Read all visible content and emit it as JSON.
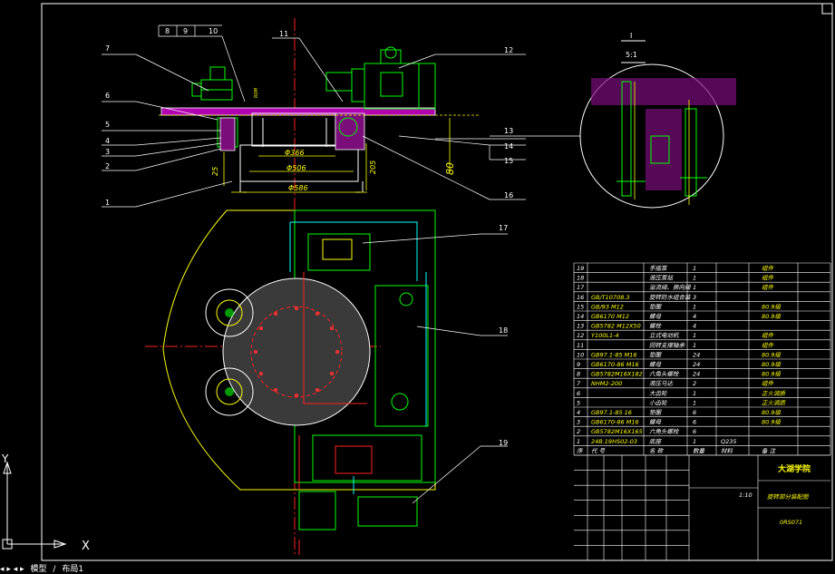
{
  "drawing": {
    "part_labels_left": [
      "7",
      "6",
      "5",
      "4",
      "3",
      "2",
      "1"
    ],
    "part_labels_top": [
      "8",
      "9",
      "10",
      "11"
    ],
    "part_labels_right": [
      "12",
      "13",
      "14",
      "15",
      "16"
    ],
    "part_labels_lower": [
      "17",
      "18",
      "19"
    ],
    "detail_label": "I",
    "detail_scale": "5:1",
    "dimensions": {
      "d366": "Φ366",
      "d506": "Φ506",
      "d586": "Φ586",
      "h25": "25",
      "h205": "205",
      "h80": "80",
      "small_note": "R0M"
    }
  },
  "bom": {
    "rows": [
      {
        "no": "19",
        "code": "",
        "name": "手摇泵",
        "qty": "1",
        "mat": "",
        "note": "组件"
      },
      {
        "no": "18",
        "code": "",
        "name": "液压泵站",
        "qty": "1",
        "mat": "",
        "note": "组件"
      },
      {
        "no": "17",
        "code": "",
        "name": "溢流阀、换向阀",
        "qty": "1",
        "mat": "",
        "note": "组件"
      },
      {
        "no": "16",
        "code": "GB/T10708.3",
        "name": "旋转防水组合装",
        "qty": "3",
        "mat": "",
        "note": ""
      },
      {
        "no": "15",
        "code": "GB/93 M12",
        "name": "垫圈",
        "qty": "1",
        "mat": "",
        "note": "80.9级"
      },
      {
        "no": "14",
        "code": "GB6170 M12",
        "name": "螺母",
        "qty": "4",
        "mat": "",
        "note": "80.9级"
      },
      {
        "no": "13",
        "code": "GB5782 M12X50",
        "name": "螺栓",
        "qty": "4",
        "mat": "",
        "note": ""
      },
      {
        "no": "12",
        "code": "Y100L1-4",
        "name": "立式电动机",
        "qty": "1",
        "mat": "",
        "note": "组件"
      },
      {
        "no": "11",
        "code": "",
        "name": "回转支撑轴承",
        "qty": "1",
        "mat": "",
        "note": "组件"
      },
      {
        "no": "10",
        "code": "GB97.1-85 M16",
        "name": "垫圈",
        "qty": "24",
        "mat": "",
        "note": "80.9级"
      },
      {
        "no": "9",
        "code": "GB6170-86 M16",
        "name": "螺母",
        "qty": "24",
        "mat": "",
        "note": "80.9级"
      },
      {
        "no": "8",
        "code": "GB5782M16X182",
        "name": "六角头螺栓",
        "qty": "24",
        "mat": "",
        "note": "80.9级"
      },
      {
        "no": "7",
        "code": "NHM2-200",
        "name": "液压马达",
        "qty": "2",
        "mat": "",
        "note": "组件"
      },
      {
        "no": "6",
        "code": "",
        "name": "大齿轮",
        "qty": "1",
        "mat": "",
        "note": "正火调质"
      },
      {
        "no": "5",
        "code": "",
        "name": "小齿轮",
        "qty": "1",
        "mat": "",
        "note": "正火调质"
      },
      {
        "no": "4",
        "code": "GB97.1-85 16",
        "name": "垫圈",
        "qty": "6",
        "mat": "",
        "note": "80.9级"
      },
      {
        "no": "3",
        "code": "GB6170-86 M16",
        "name": "螺母",
        "qty": "6",
        "mat": "",
        "note": "80.9级"
      },
      {
        "no": "2",
        "code": "GB5782M16X165",
        "name": "六角头螺栓",
        "qty": "6",
        "mat": "",
        "note": ""
      },
      {
        "no": "1",
        "code": "24B.19HS02-03",
        "name": "底座",
        "qty": "1",
        "mat": "Q235",
        "note": ""
      }
    ],
    "header": {
      "no": "序",
      "code": "代  号",
      "name": "名  称",
      "qty": "数量",
      "mat": "材料",
      "note": "备  注"
    },
    "school": "大湖学院",
    "drawing_title": "旋转部分装配图",
    "drawing_no": "0RS071",
    "scale_label": "1:10"
  },
  "tabs": {
    "model": "模型",
    "layout": "布局1"
  }
}
